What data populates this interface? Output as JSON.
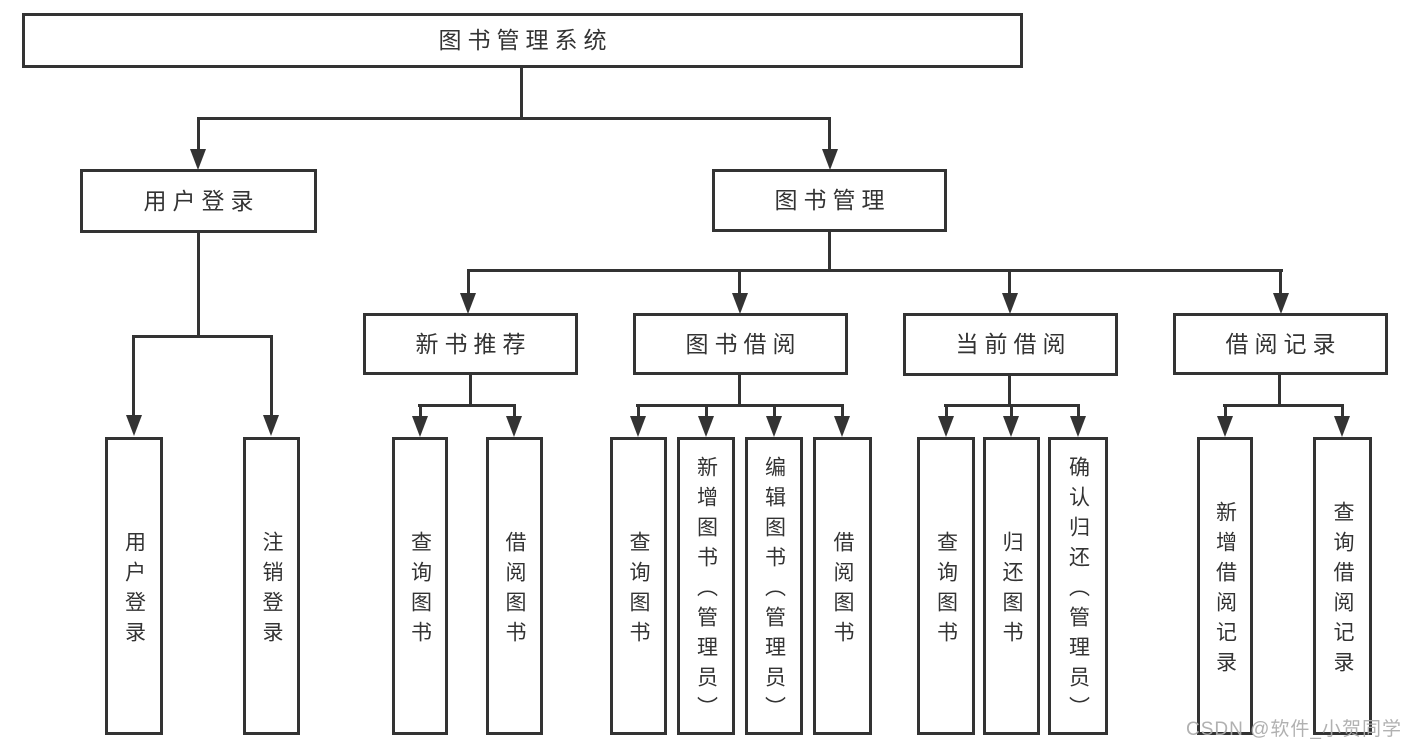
{
  "tree": {
    "root": {
      "label": "图书管理系统",
      "children": [
        {
          "label": "用户登录",
          "children": [
            {
              "label": "用户登录"
            },
            {
              "label": "注销登录"
            }
          ]
        },
        {
          "label": "图书管理",
          "children": [
            {
              "label": "新书推荐",
              "children": [
                {
                  "label": "查询图书"
                },
                {
                  "label": "借阅图书"
                }
              ]
            },
            {
              "label": "图书借阅",
              "children": [
                {
                  "label": "查询图书"
                },
                {
                  "label": "新增图书（管理员）"
                },
                {
                  "label": "编辑图书（管理员）"
                },
                {
                  "label": "借阅图书"
                }
              ]
            },
            {
              "label": "当前借阅",
              "children": [
                {
                  "label": "查询图书"
                },
                {
                  "label": "归还图书"
                },
                {
                  "label": "确认归还（管理员）"
                }
              ]
            },
            {
              "label": "借阅记录",
              "children": [
                {
                  "label": "新增借阅记录"
                },
                {
                  "label": "查询借阅记录"
                }
              ]
            }
          ]
        }
      ]
    }
  },
  "watermark": "CSDN @软件_小贺同学",
  "colors": {
    "line": "#333333",
    "text": "#333333",
    "watermark": "#adadad",
    "background": "#ffffff"
  }
}
